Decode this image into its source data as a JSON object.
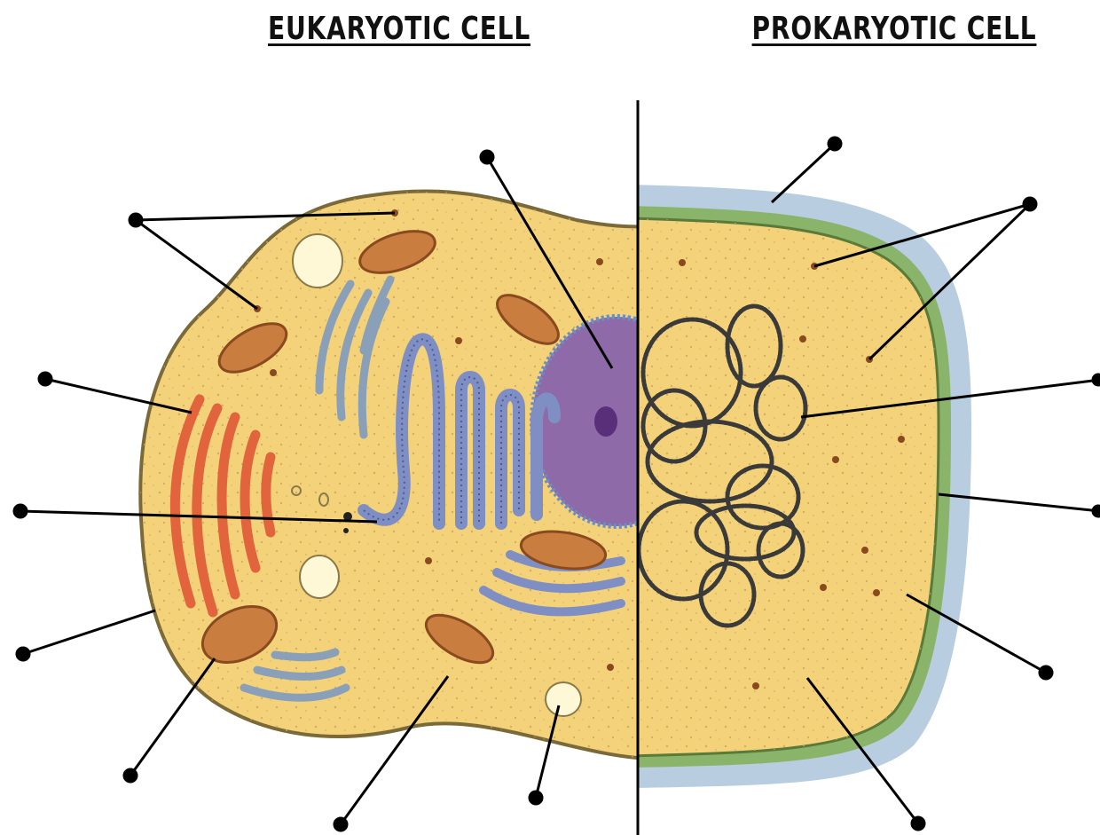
{
  "titles": {
    "eukaryotic": "EUKARYOTIC CELL",
    "prokaryotic": "PROKARYOTIC CELL"
  },
  "colors": {
    "cytoplasm": "#f4d27a",
    "cell_outline": "#7a6a3a",
    "nucleus": "#8e6aa8",
    "nucleolus": "#5a2f7a",
    "mitochondria": "#c97d3f",
    "smooth_er": "#e2643c",
    "rough_er": "#7f8fc4",
    "golgi": "#8aa0b8",
    "vacuole": "#fff8d6",
    "cell_wall": "#b9cde0",
    "cell_membrane": "#8ab46a",
    "nucleoid": "#3a3a3a",
    "label_line": "#000000"
  },
  "label_lines": {
    "eukaryotic": [
      "ribosome-pointer",
      "nucleus-pointer",
      "smooth-er-pointer",
      "centriole-pointer",
      "cell-membrane-pointer",
      "mitochondrion-pointer",
      "cytoplasm-pointer",
      "vacuole-pointer"
    ],
    "prokaryotic": [
      "cell-wall-pointer",
      "ribosome-pointer",
      "nucleoid-pointer",
      "cell-wall-outer-pointer",
      "plasma-membrane-pointer",
      "cytoplasm-pointer"
    ]
  }
}
